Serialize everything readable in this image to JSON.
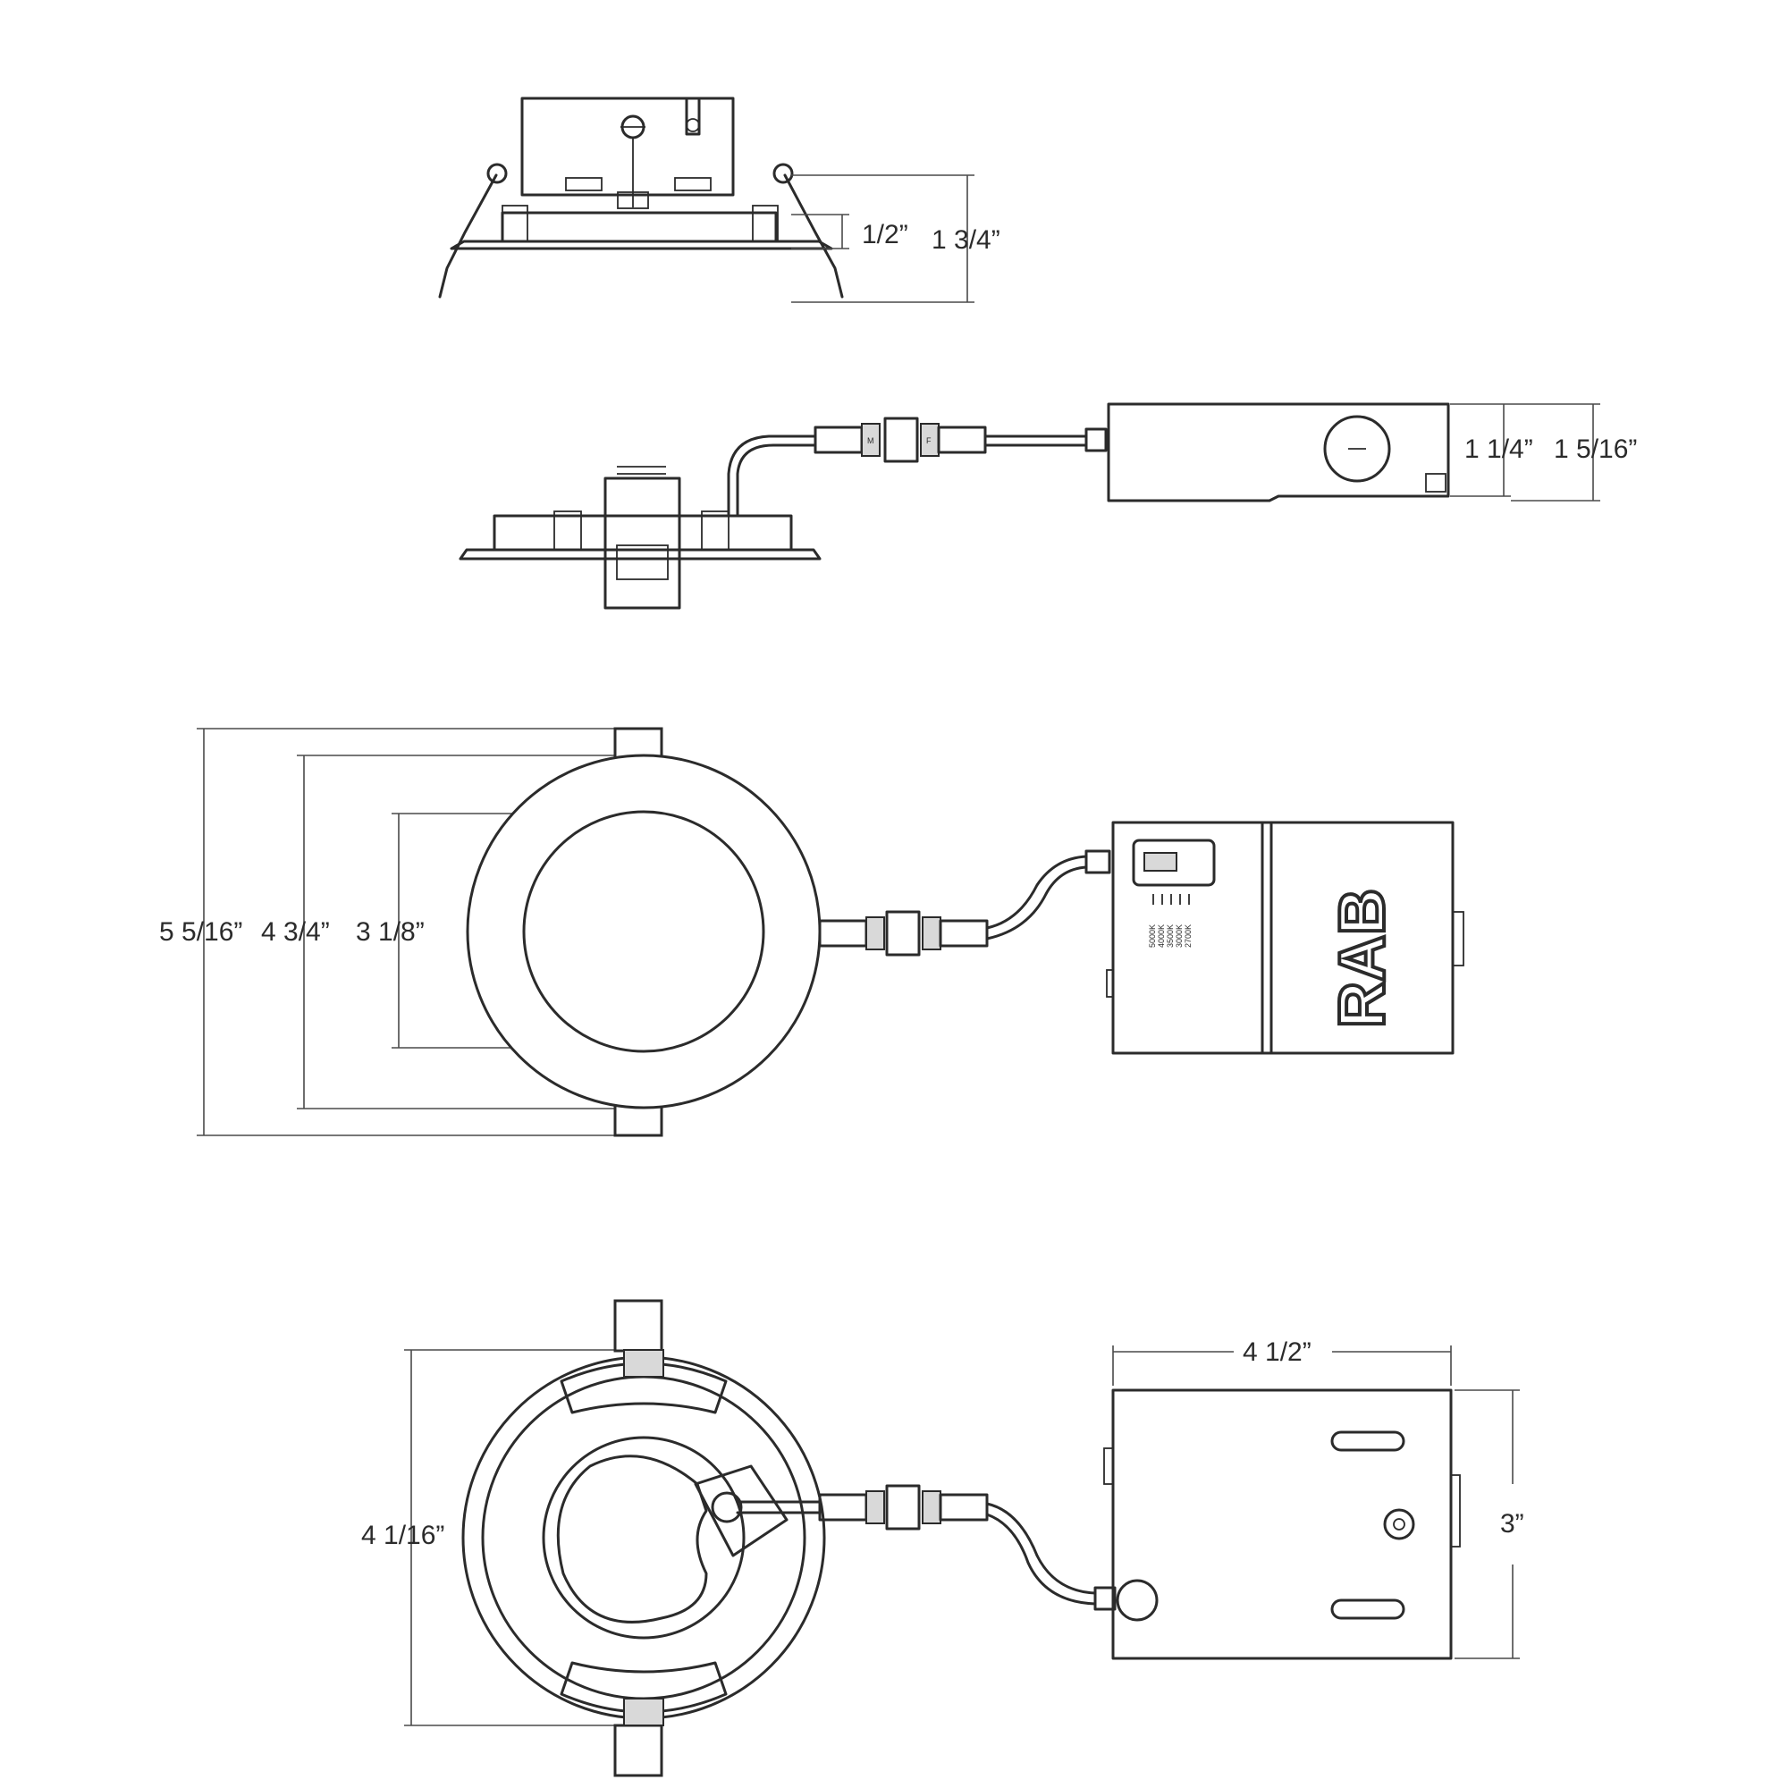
{
  "brand": {
    "logo_text": "RAB"
  },
  "side_view": {
    "dim_trim_height": "1/2”",
    "dim_total_height": "1 3/4”"
  },
  "side_view_with_driver": {
    "dim_box_height_inner": "1 1/4”",
    "dim_box_height_outer": "1 5/16”",
    "connector_label_left": "M",
    "connector_label_right": "F"
  },
  "top_view": {
    "dim_overall": "5 5/16”",
    "dim_trim": "4 3/4”",
    "dim_aperture": "3 1/8”",
    "cct_options": [
      "5000K",
      "4000K",
      "3500K",
      "3000K",
      "2700K"
    ]
  },
  "bottom_view": {
    "dim_cutout": "4 1/16”",
    "dim_box_length": "4 1/2”",
    "dim_box_width": "3”"
  }
}
